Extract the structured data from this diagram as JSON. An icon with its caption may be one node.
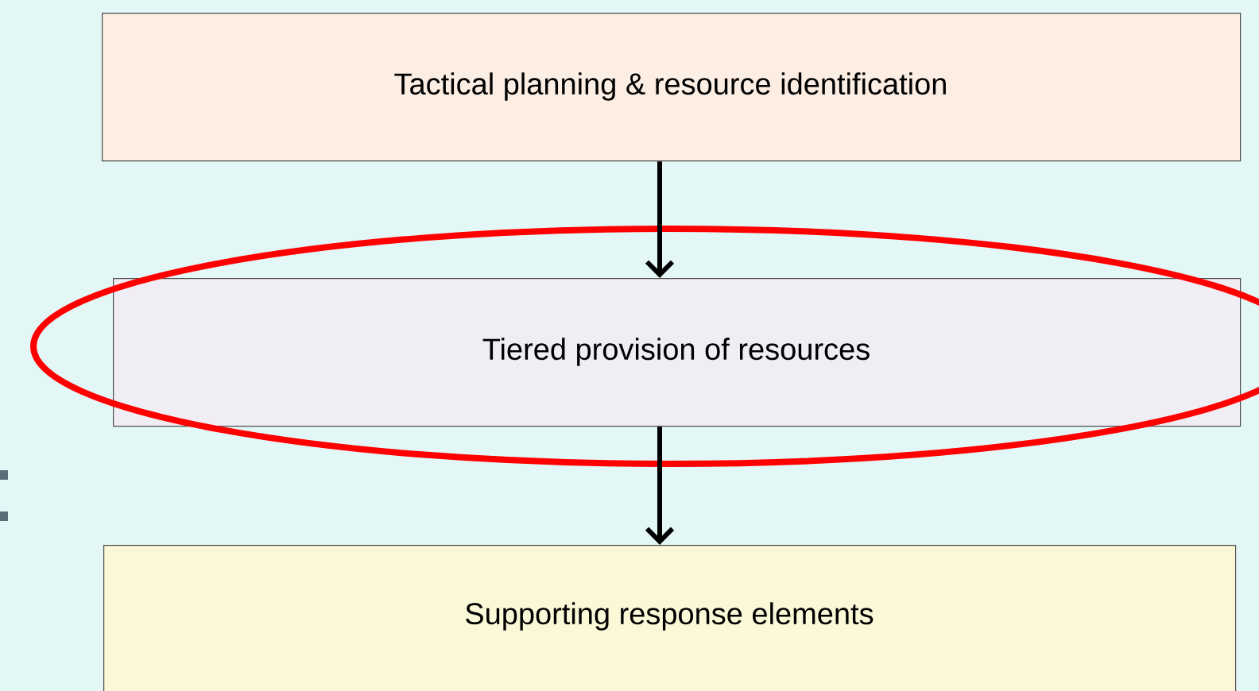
{
  "diagram": {
    "nodes": [
      {
        "text": [
          "Tactical planning & resource identification"
        ]
      },
      {
        "text": [
          "Tiered provision of resources"
        ]
      },
      {
        "text": [
          "Supporting response elements"
        ]
      }
    ],
    "edges": [
      {
        "from": 0,
        "to": 1,
        "arrow": "to"
      },
      {
        "from": 1,
        "to": 2,
        "arrow": "to"
      }
    ]
  }
}
